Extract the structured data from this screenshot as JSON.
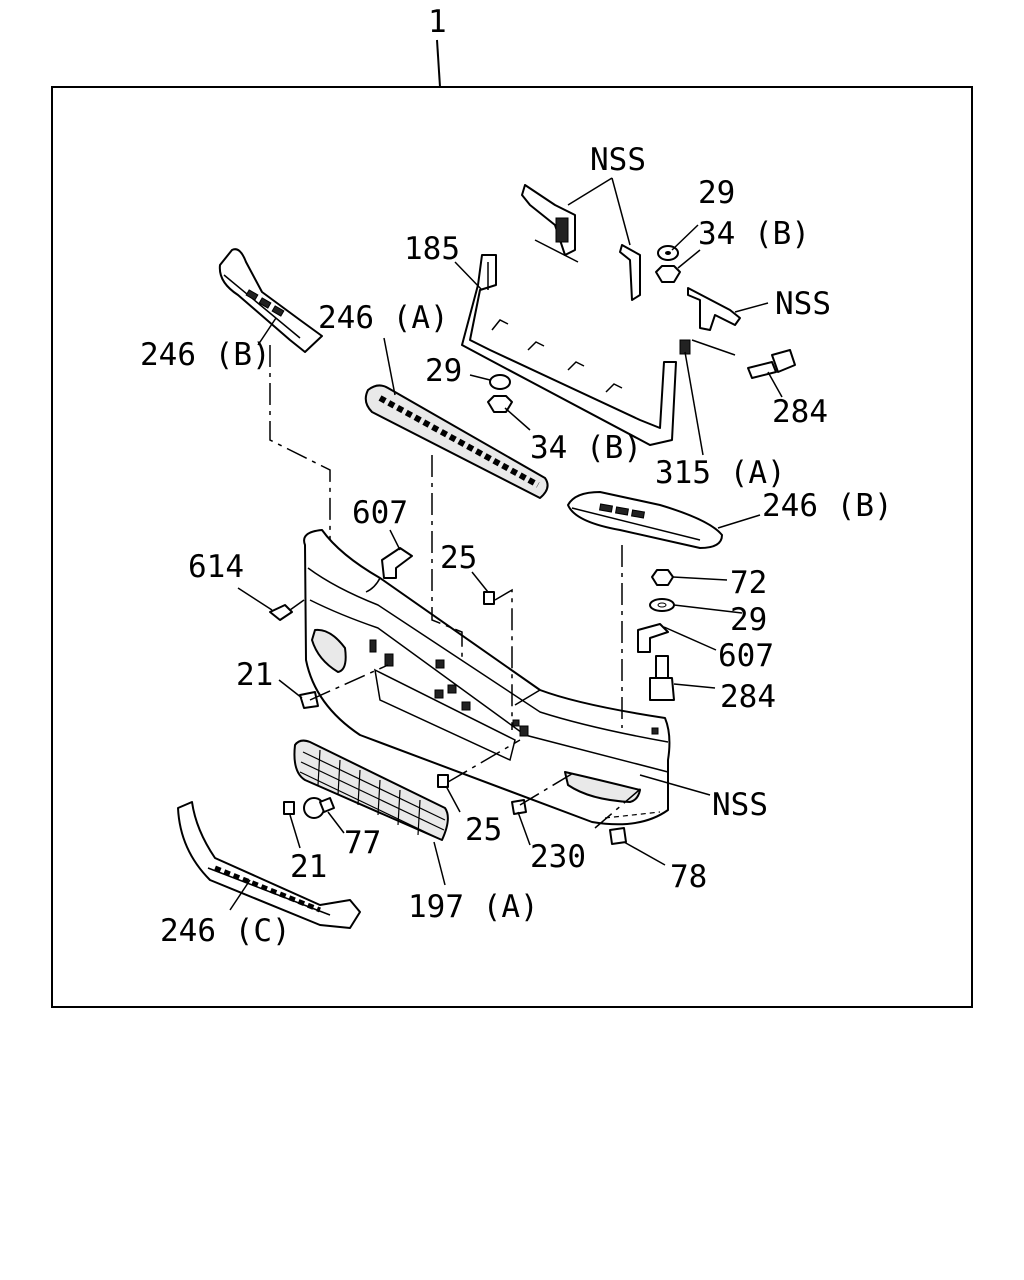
{
  "diagram": {
    "assembly_number": "1",
    "callouts": {
      "nss_top": "NSS",
      "p29_top": "29",
      "p34b_top": "34 (B)",
      "p185": "185",
      "nss_right": "NSS",
      "p246a": "246 (A)",
      "p246b_left": "246 (B)",
      "p29_mid": "29",
      "p284_top": "284",
      "p34b_mid": "34 (B)",
      "p315a": "315 (A)",
      "p246b_right": "246 (B)",
      "p607_left": "607",
      "p25_top": "25",
      "p614": "614",
      "p72": "72",
      "p29_right": "29",
      "p607_right": "607",
      "p21_left": "21",
      "p284_bottom": "284",
      "nss_bottom": "NSS",
      "p25_bottom": "25",
      "p77": "77",
      "p230": "230",
      "p21_bottom": "21",
      "p78": "78",
      "p197a": "197 (A)",
      "p246c": "246 (C)"
    }
  }
}
